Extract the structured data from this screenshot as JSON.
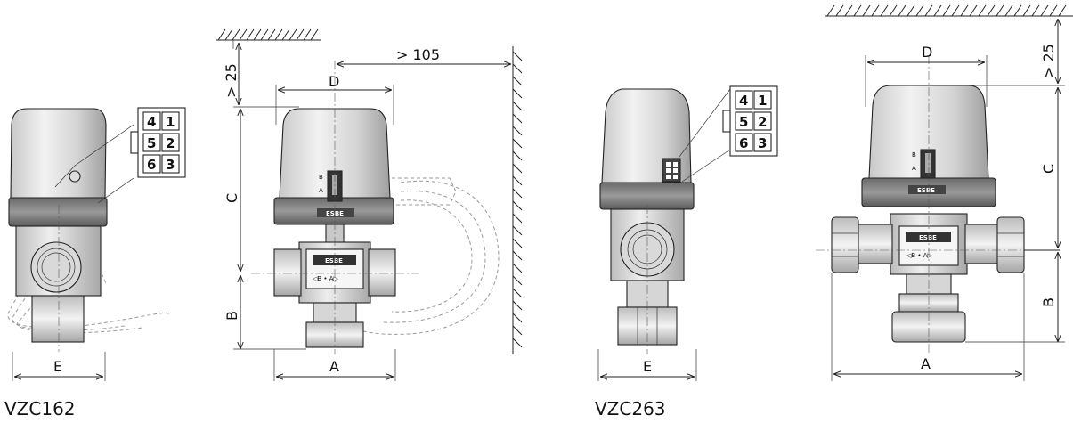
{
  "models": {
    "left": "VZC162",
    "right": "VZC263"
  },
  "dimensions": {
    "A": "A",
    "B": "B",
    "C": "C",
    "D": "D",
    "E": "E",
    "clearance_top": "> 25",
    "clearance_side": "> 105"
  },
  "connector_pins": [
    "4",
    "1",
    "5",
    "2",
    "6",
    "3"
  ],
  "valve_port_markings": {
    "b": "B",
    "a": "A",
    "ports": "◁B • A▷"
  },
  "brand": "ESBE"
}
